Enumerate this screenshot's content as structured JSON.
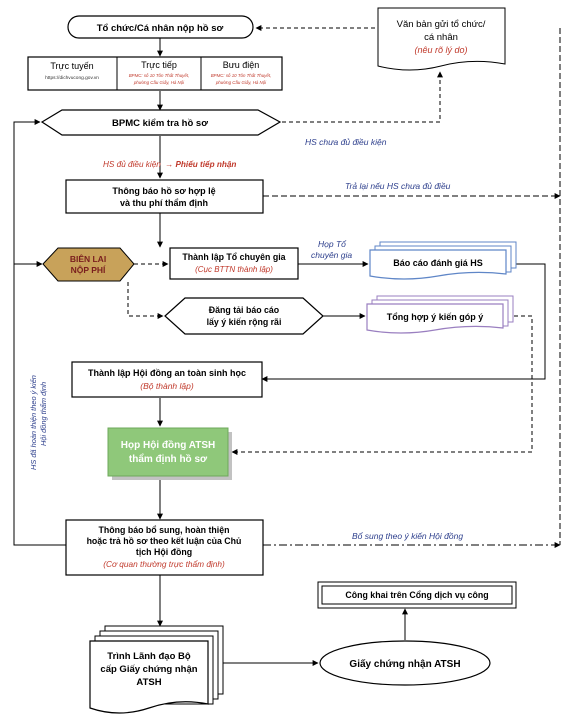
{
  "colors": {
    "line": "#000000",
    "accent_red": "#c0392b",
    "accent_blue": "#2c3e8c",
    "fee_fill": "#c8a25a",
    "meeting_fill": "#8fc87a",
    "shadow": "#999999",
    "report_edge": "#5f86c7",
    "summary_edge": "#9a7fc0"
  },
  "nodes": {
    "submitter": "Tổ chức/Cá nhân nộp hồ sơ",
    "letter": {
      "line1": "Văn bản gửi tổ chức/",
      "line2": "cá nhân",
      "note": "(nêu rõ lý do)"
    },
    "online": {
      "title": "Trực tuyến",
      "sub": "https://dichvucong.gov.vn"
    },
    "direct": {
      "title": "Trực tiếp",
      "sub1": "BPMC: số 10 Tôn Thất Thuyết,",
      "sub2": "phường Cầu Giấy, Hà Nội"
    },
    "post": {
      "title": "Bưu điện",
      "sub1": "BPMC: số 10 Tôn Thất Thuyết,",
      "sub2": "phường Cầu Giấy, Hà Nội"
    },
    "check": "BPMC kiểm tra hồ sơ",
    "notify": {
      "line1": "Thông báo hồ sơ hợp lệ",
      "line2": "và thu phí thẩm định"
    },
    "fee": {
      "line1": "BIÊN LAI",
      "line2": "NỘP PHÍ"
    },
    "expert_group": {
      "title": "Thành lập Tổ chuyên gia",
      "note": "(Cục BTTN thành lập)"
    },
    "report": "Báo cáo đánh giá HS",
    "publish": {
      "line1": "Đăng tải báo cáo",
      "line2": "lấy ý kiến rộng rãi"
    },
    "summary": "Tổng hợp ý kiến góp ý",
    "council": {
      "title": "Thành lập Hội đồng an toàn sinh học",
      "note": "(Bộ thành lập)"
    },
    "meeting": {
      "line1": "Họp Hội đồng ATSH",
      "line2": "thẩm định hồ sơ"
    },
    "supplement": {
      "line1": "Thông báo bổ sung, hoàn thiện",
      "line2": "hoặc trả hồ sơ theo kết luận của Chủ",
      "line3": "tịch Hội đồng",
      "note": "(Cơ quan thường trực thẩm định)"
    },
    "leader": {
      "line1": "Trình Lãnh đạo Bộ",
      "line2": "cấp Giấy chứng nhận",
      "line3": "ATSH"
    },
    "certificate": "Giấy chứng nhận ATSH",
    "publicize": "Công khai trên Cổng dịch vụ công"
  },
  "edge_labels": {
    "not_qualified": "HS chưa đủ điều kiện",
    "qualified": "HS đủ điều kiện",
    "receipt": "→ Phiếu tiếp nhận",
    "return_unqualified": "Trả lại nếu HS chưa đủ điều",
    "group_meeting_1": "Họp Tổ",
    "group_meeting_2": "chuyên gia",
    "supplement_by_council": "Bổ sung theo ý kiến Hội đồng",
    "side_1": "HS đã hoàn thiện theo ý kiến",
    "side_2": "Hội đồng thẩm định"
  }
}
